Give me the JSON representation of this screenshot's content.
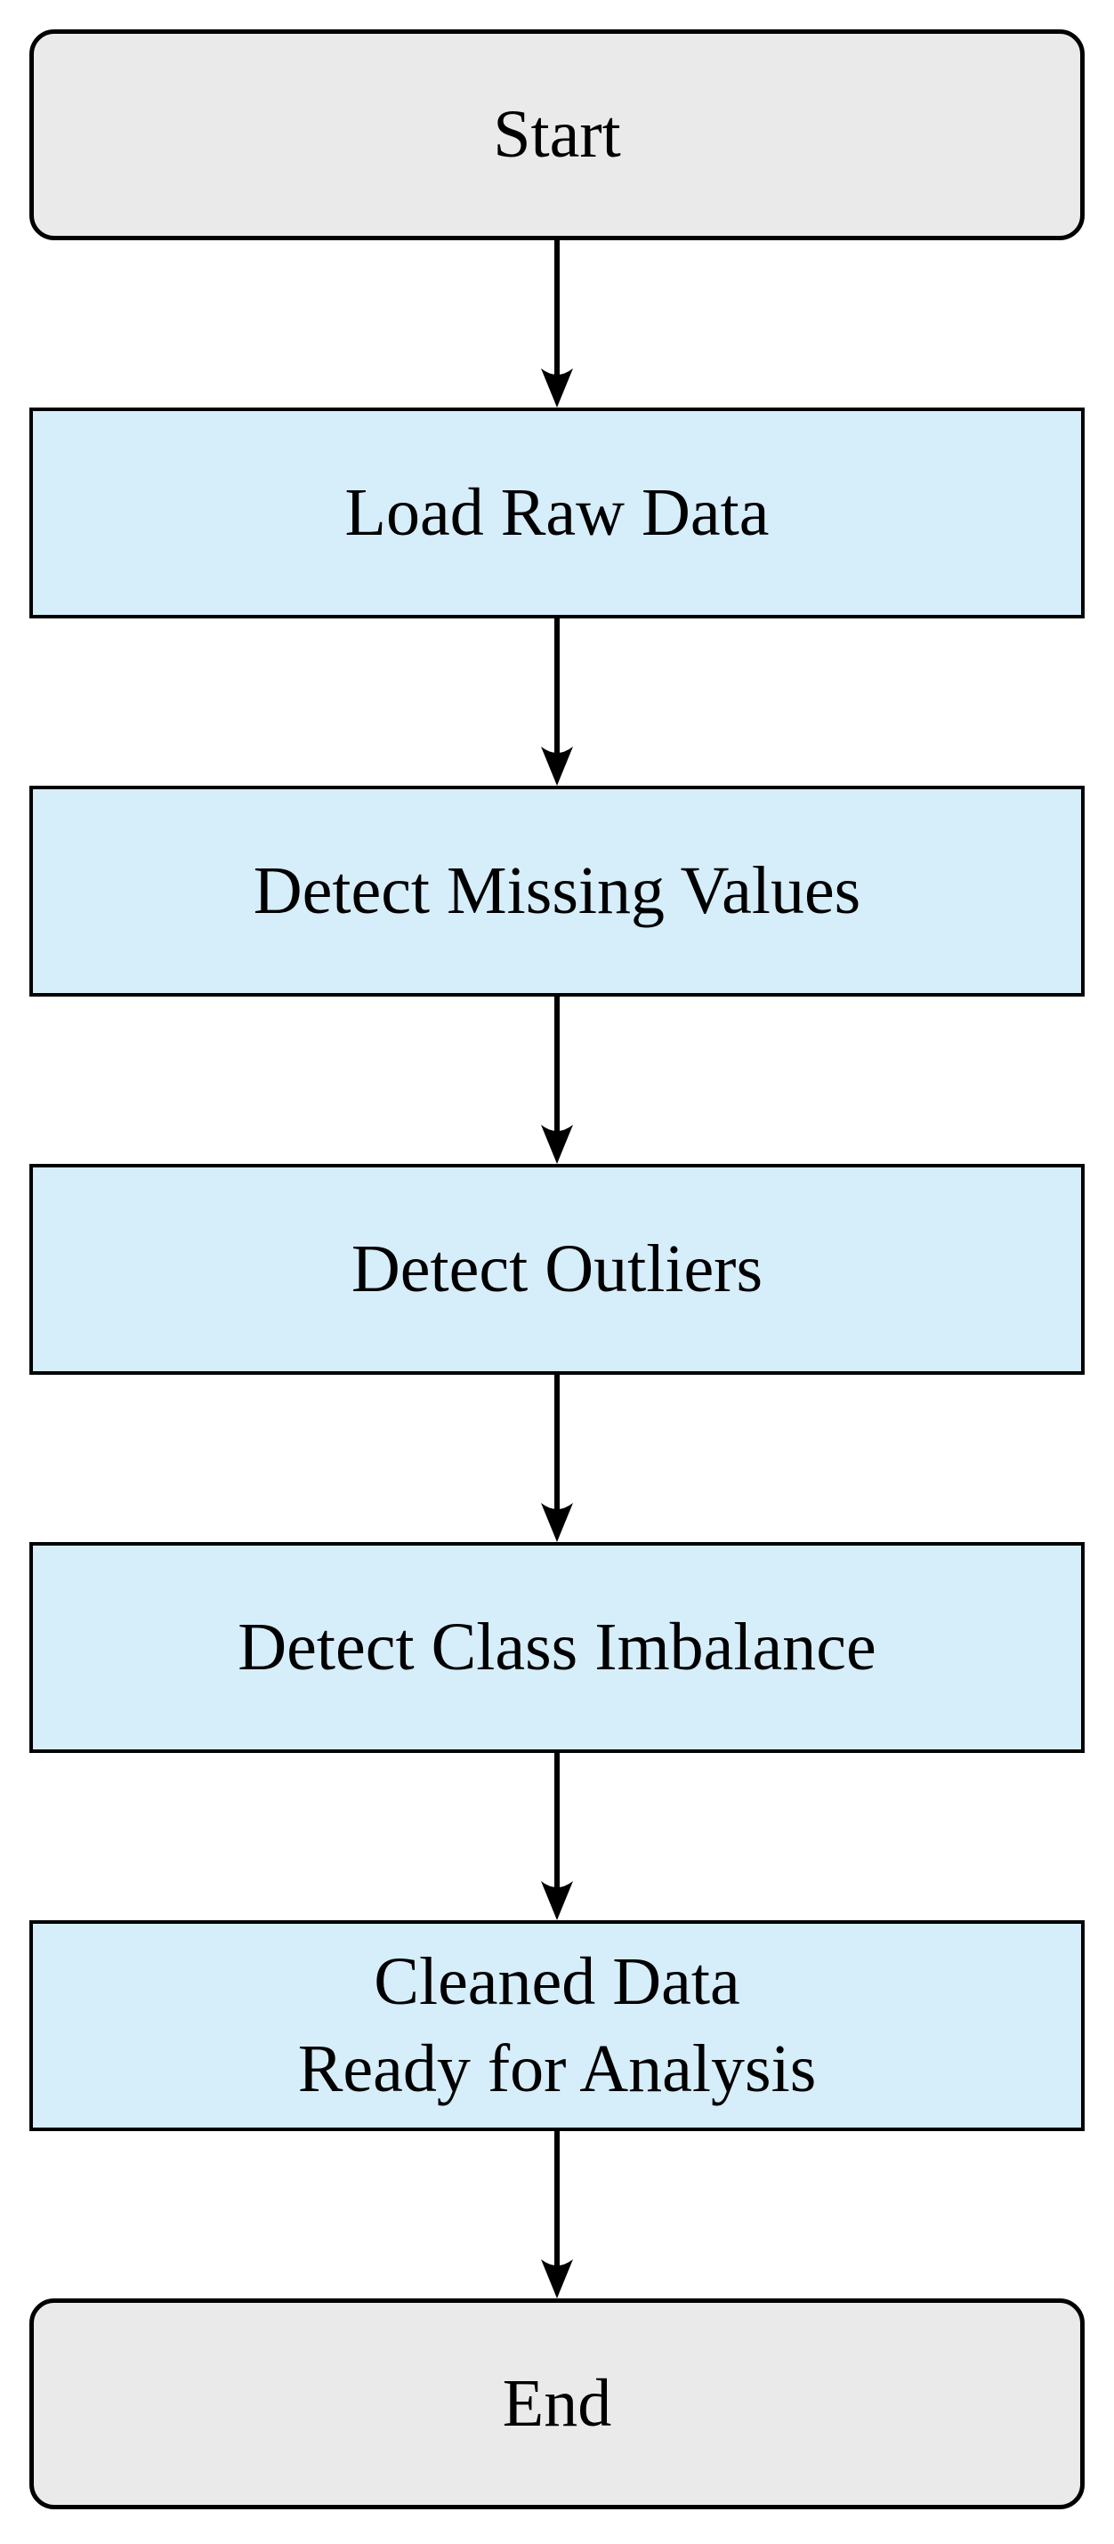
{
  "flowchart": {
    "type": "flowchart",
    "direction": "top-to-bottom",
    "nodes": [
      {
        "id": "start",
        "label": "Start",
        "shape": "rounded-rectangle",
        "fill": "#eaeaea"
      },
      {
        "id": "load-raw-data",
        "label": "Load Raw Data",
        "shape": "rectangle",
        "fill": "#d6edfa"
      },
      {
        "id": "detect-missing",
        "label": "Detect Missing Values",
        "shape": "rectangle",
        "fill": "#d6edfa"
      },
      {
        "id": "detect-outliers",
        "label": "Detect Outliers",
        "shape": "rectangle",
        "fill": "#d6edfa"
      },
      {
        "id": "detect-imbalance",
        "label": "Detect Class Imbalance",
        "shape": "rectangle",
        "fill": "#d6edfa"
      },
      {
        "id": "cleaned-data",
        "label": "Cleaned Data\nReady for Analysis",
        "shape": "rectangle",
        "fill": "#d6edfa"
      },
      {
        "id": "end",
        "label": "End",
        "shape": "rounded-rectangle",
        "fill": "#eaeaea"
      }
    ],
    "edges": [
      {
        "from": "start",
        "to": "load-raw-data",
        "style": "arrow-down"
      },
      {
        "from": "load-raw-data",
        "to": "detect-missing",
        "style": "arrow-down"
      },
      {
        "from": "detect-missing",
        "to": "detect-outliers",
        "style": "arrow-down"
      },
      {
        "from": "detect-outliers",
        "to": "detect-imbalance",
        "style": "arrow-down"
      },
      {
        "from": "detect-imbalance",
        "to": "cleaned-data",
        "style": "arrow-down"
      },
      {
        "from": "cleaned-data",
        "to": "end",
        "style": "arrow-down"
      }
    ],
    "colors": {
      "terminator_fill": "#eaeaea",
      "process_fill": "#d6edfa",
      "border": "#000000",
      "arrow": "#000000",
      "background": "#ffffff",
      "text": "#000000"
    }
  }
}
